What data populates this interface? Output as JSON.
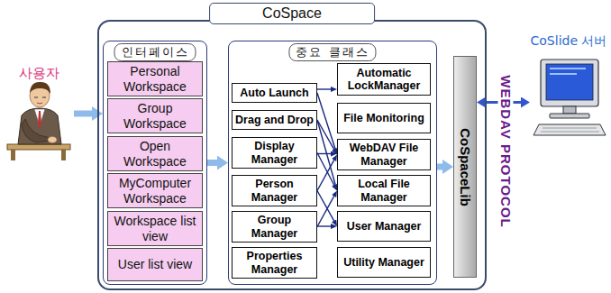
{
  "diagram": {
    "nodes": [
      {
        "text": [
          "CoSpace"
        ]
      },
      {
        "text": [
          "인터페이스"
        ],
        "in": 0
      },
      {
        "text": [
          "Personal Workspace"
        ],
        "in": 1
      },
      {
        "text": [
          "Group Workspace"
        ],
        "in": 1
      },
      {
        "text": [
          "Open Workspace"
        ],
        "in": 1
      },
      {
        "text": [
          "MyComputer Workspace"
        ],
        "in": 1
      },
      {
        "text": [
          "Workspace list view"
        ],
        "in": 1
      },
      {
        "text": [
          "User list view"
        ],
        "in": 1
      },
      {
        "text": [
          "중요 클래스"
        ],
        "in": 0
      },
      {
        "text": [
          "Auto Launch"
        ],
        "in": 8
      },
      {
        "text": [
          "Drag and Drop"
        ],
        "in": 8
      },
      {
        "text": [
          "Display Manager"
        ],
        "in": 8
      },
      {
        "text": [
          "Person Manager"
        ],
        "in": 8
      },
      {
        "text": [
          "Group Manager"
        ],
        "in": 8
      },
      {
        "text": [
          "Properties Manager"
        ],
        "in": 8
      },
      {
        "text": [
          "Automatic LockManager"
        ],
        "in": 8
      },
      {
        "text": [
          "File Monitoring"
        ],
        "in": 8
      },
      {
        "text": [
          "WebDAV File Manager"
        ],
        "in": 8
      },
      {
        "text": [
          "Local File Manager"
        ],
        "in": 8
      },
      {
        "text": [
          "User Manager"
        ],
        "in": 8
      },
      {
        "text": [
          "Utility Manager"
        ],
        "in": 8
      },
      {
        "text": [
          "CoSpaceLib"
        ],
        "in": 0
      },
      {
        "text": [
          "사용자"
        ]
      },
      {
        "text": [
          "CoSlide 서버"
        ]
      }
    ],
    "edges": [
      {
        "from": 22,
        "to": 1,
        "arrow": "to"
      },
      {
        "from": 1,
        "to": 8,
        "arrow": "to"
      },
      {
        "from": 8,
        "to": 21,
        "arrow": "to"
      },
      {
        "from": 21,
        "to": 23,
        "arrow": "both"
      },
      {
        "from": 9,
        "to": 15,
        "arrow": "to"
      },
      {
        "from": 9,
        "to": 17,
        "arrow": "to"
      },
      {
        "from": 10,
        "to": 17,
        "arrow": "to"
      },
      {
        "from": 10,
        "to": 18,
        "arrow": "to"
      },
      {
        "from": 11,
        "to": 17,
        "arrow": "to"
      },
      {
        "from": 11,
        "to": 18,
        "arrow": "to"
      },
      {
        "from": 12,
        "to": 19,
        "arrow": "to"
      },
      {
        "from": 12,
        "to": 17,
        "arrow": "to"
      },
      {
        "from": 13,
        "to": 19,
        "arrow": "to"
      },
      {
        "from": 13,
        "to": 18,
        "arrow": "to"
      }
    ],
    "labels": [
      "WEBDAV PROTOCOL"
    ]
  }
}
